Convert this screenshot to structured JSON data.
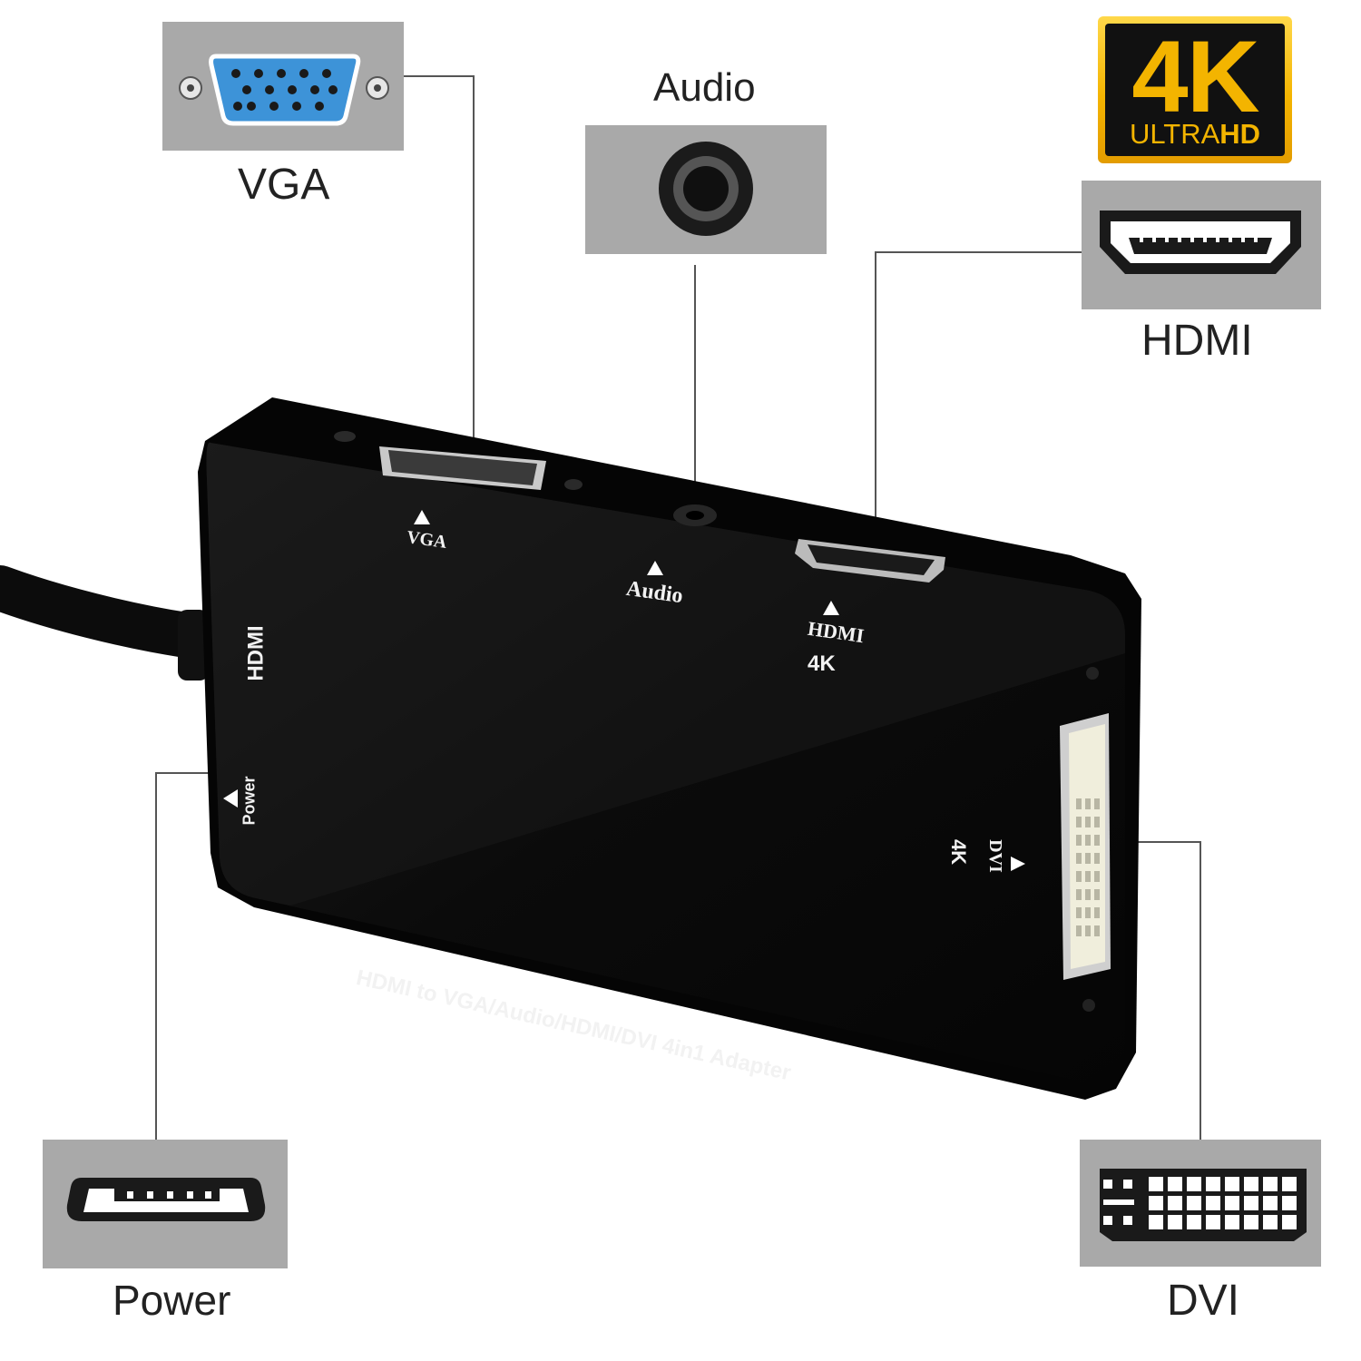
{
  "labels": {
    "vga": "VGA",
    "audio": "Audio",
    "hdmi": "HDMI",
    "power": "Power",
    "dvi": "DVI"
  },
  "badge": {
    "main": "4K",
    "sub_light": "ULTRA",
    "sub_bold": "HD"
  },
  "device": {
    "vga": "VGA",
    "audio": "Audio",
    "hdmi": "HDMI",
    "hdmi_res": "4K",
    "input": "HDMI",
    "power": "Power",
    "dvi": "DVI",
    "dvi_res": "4K",
    "title": "HDMI to VGA/Audio/HDMI/DVI 4in1 Adapter"
  },
  "colors": {
    "panel_gray": "#a9a9a9",
    "connector_blue": "#3d93d8",
    "device_black": "#0d0d0d",
    "badge_gold": "#f3b400"
  }
}
